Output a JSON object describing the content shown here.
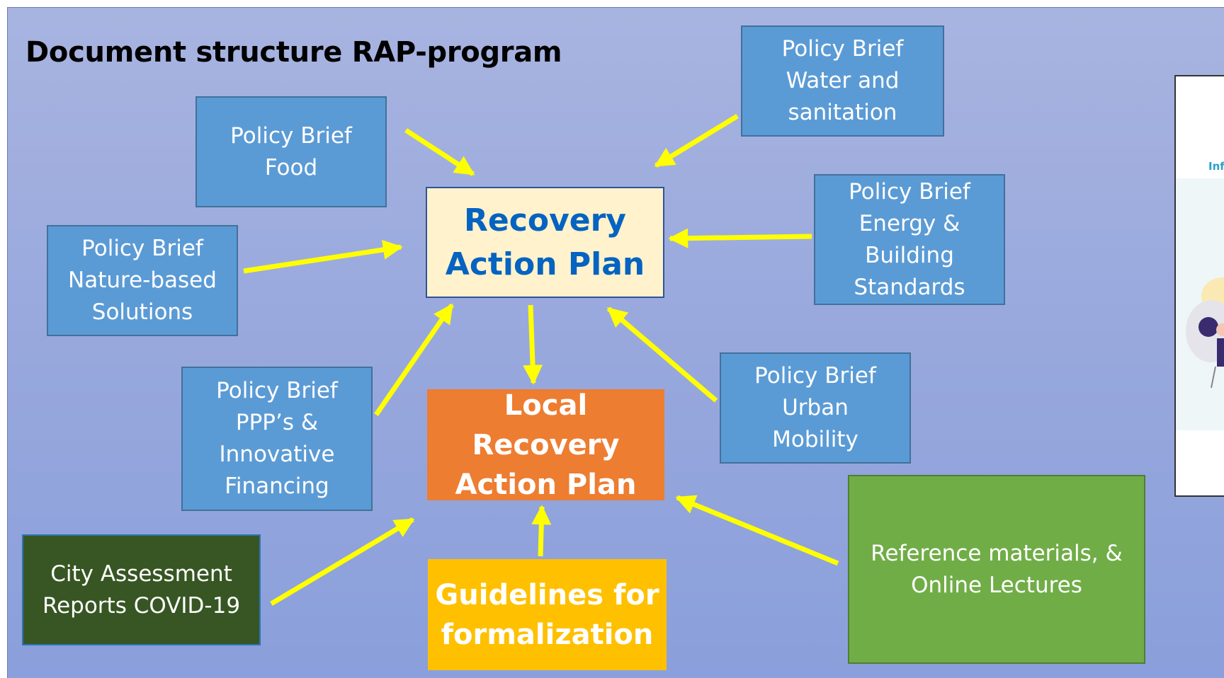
{
  "slide": {
    "title": "Document structure RAP-program"
  },
  "boxes": {
    "pb_water": "Policy Brief\nWater and\nsanitation",
    "pb_food": "Policy Brief\nFood",
    "pb_energy": "Policy Brief\nEnergy &\nBuilding\nStandards",
    "pb_nature": "Policy Brief\nNature-based\nSolutions",
    "rap": "Recovery\nAction Plan",
    "pb_ppp": "Policy Brief\nPPP’s &\nInnovative\nFinancing",
    "lrap": "Local Recovery\nAction Plan",
    "pb_mobility": "Policy Brief\nUrban\nMobility",
    "ref": "Reference materials, &\nOnline Lectures",
    "city": "City Assessment\nReports COVID-19",
    "guidelines": "Guidelines for\nformalization"
  },
  "thumbnail": {
    "text_fragment": "Inf"
  },
  "colors": {
    "background": "#98a8dd",
    "policy_brief": "#5b9bd5",
    "recovery_action_plan": "#fff2cc",
    "recovery_action_plan_text": "#0563c1",
    "local_recovery_action_plan": "#ed7d31",
    "guidelines": "#ffc000",
    "city_assessment": "#375623",
    "reference": "#70ad47",
    "arrow": "#ffff00"
  }
}
